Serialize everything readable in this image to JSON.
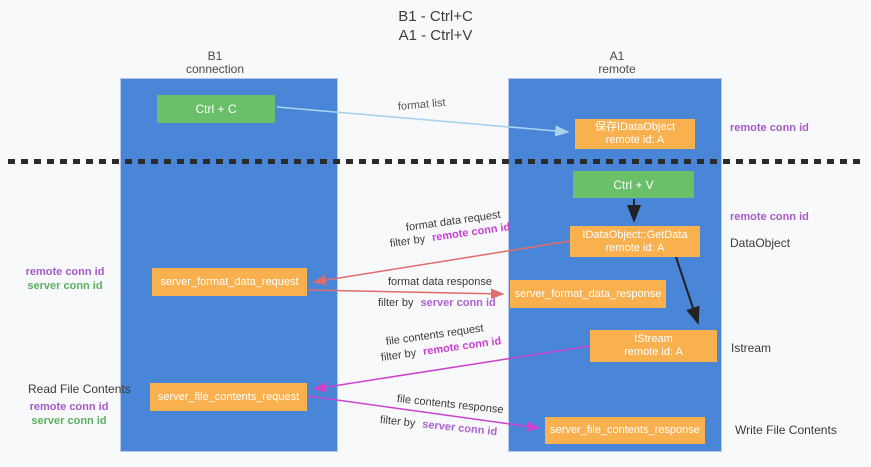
{
  "title": {
    "line1": "B1 - Ctrl+C",
    "line2": "A1 - Ctrl+V"
  },
  "lanes": {
    "b1": {
      "name": "B1",
      "role": "connection"
    },
    "a1": {
      "name": "A1",
      "role": "remote"
    }
  },
  "nodes": {
    "ctrl_c": {
      "label": "Ctrl + C"
    },
    "ctrl_v": {
      "label": "Ctrl + V"
    },
    "save_idataobject": {
      "line1": "保存IDataObject",
      "line2": "remote id: A"
    },
    "idataobject_getdata": {
      "line1": "IDataObject::GetData",
      "line2": "remote id: A"
    },
    "istream": {
      "line1": "IStream",
      "line2": "remote id: A"
    },
    "server_format_data_request": {
      "label": "server_format_data_request"
    },
    "server_format_data_response": {
      "label": "server_format_data_response"
    },
    "server_file_contents_request": {
      "label": "server_file_contents_request"
    },
    "server_file_contents_response": {
      "label": "server_file_contents_response"
    }
  },
  "arrow_labels": {
    "format_list": "format list",
    "format_data_request": "format data request",
    "format_data_response": "format data response",
    "file_contents_request": "file contents request",
    "file_contents_response": "file contents response",
    "filter_by": "filter by",
    "remote_conn_id": "remote conn id",
    "server_conn_id": "server conn id"
  },
  "side_labels": {
    "remote_conn_id": "remote conn id",
    "server_conn_id": "server conn id",
    "dataobject": "DataObject",
    "istream": "Istream",
    "read_file_contents": "Read File Contents",
    "write_file_contents": "Write File Contents"
  },
  "colors": {
    "background": "#f8f9fb",
    "lane_blue": "#4a86d8",
    "node_green": "#6abf69",
    "node_orange": "#f9b04e",
    "arrow_blue": "#a9d3ee",
    "arrow_red": "#e06c6c",
    "arrow_magenta": "#cb42cb",
    "arrow_black": "#222222",
    "label_purple": "#a75bc8",
    "label_magenta": "#c83fd2",
    "label_green": "#5caf60"
  }
}
